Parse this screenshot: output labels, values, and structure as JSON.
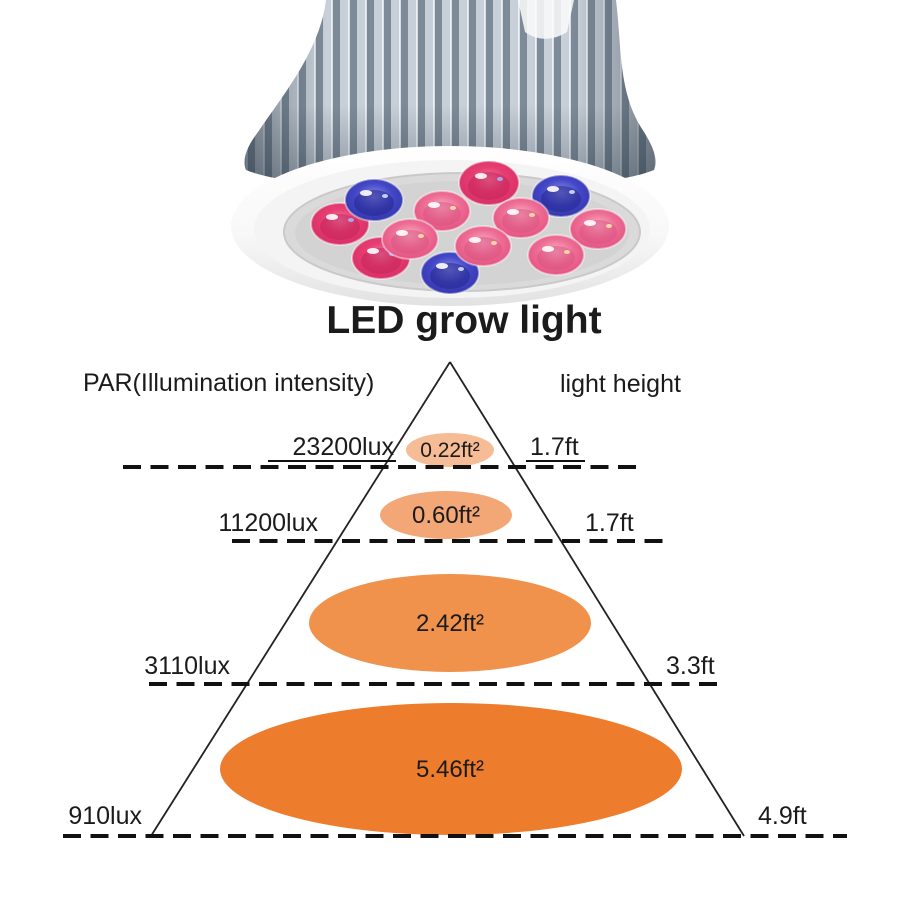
{
  "title": "LED grow light",
  "colors": {
    "title": "#ee7c31",
    "line": "#1b1b1b",
    "led_pink": "#ee6e95",
    "led_crimson": "#e63d72",
    "led_blue": "#4448c8"
  },
  "bulb": {
    "description": "LED grow light bulb, aluminum finned heatsink, white trim ring, 12 red/blue LEDs"
  },
  "diagram": {
    "left_header": "PAR(Illumination intensity)",
    "right_header": "light height",
    "levels": [
      {
        "lux": "23200lux",
        "area": "0.22ft²",
        "height": "1.7ft",
        "ellipse_color": "#f6bc95"
      },
      {
        "lux": "11200lux",
        "area": "0.60ft²",
        "height": "1.7ft",
        "ellipse_color": "#f3a676"
      },
      {
        "lux": "3110lux",
        "area": "2.42ft²",
        "height": "3.3ft",
        "ellipse_color": "#f0924c"
      },
      {
        "lux": "910lux",
        "area": "5.46ft²",
        "height": "4.9ft",
        "ellipse_color": "#ee7c2d"
      }
    ]
  }
}
